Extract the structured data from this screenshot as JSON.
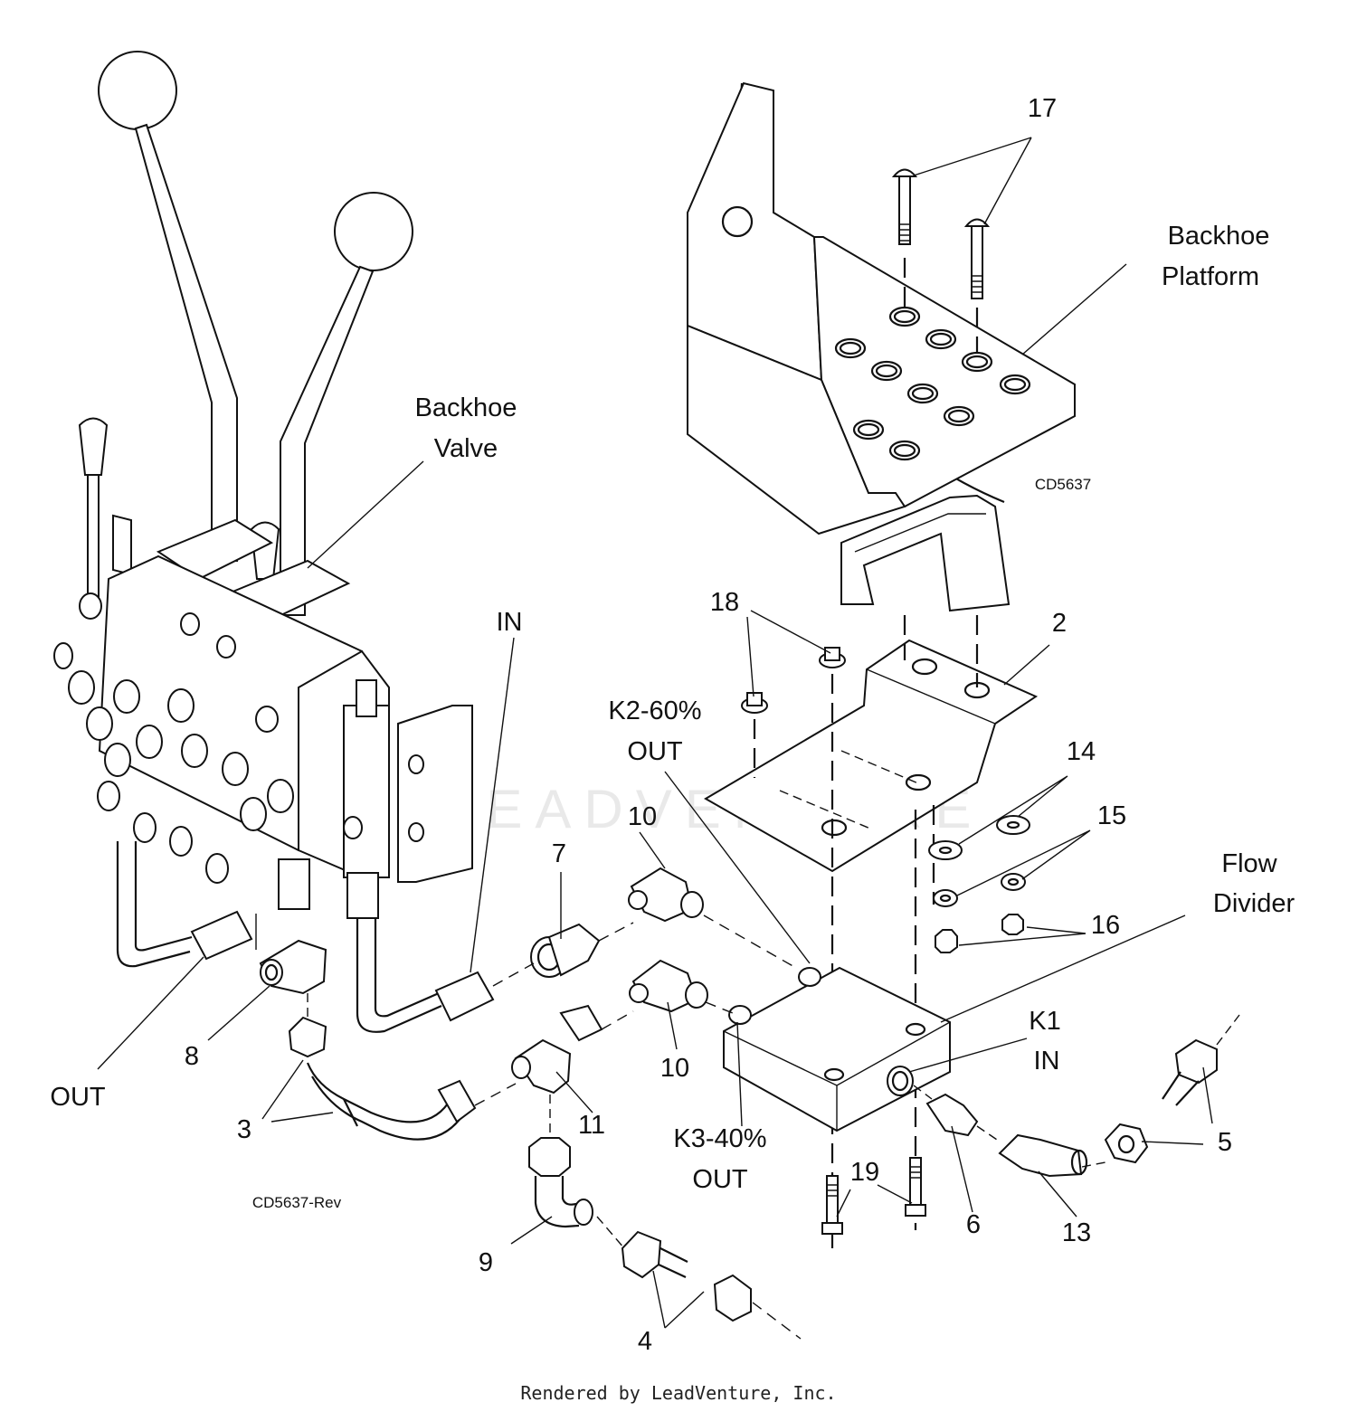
{
  "labels": {
    "backhoe_valve": [
      "Backhoe",
      "Valve"
    ],
    "backhoe_platform": [
      "Backhoe",
      "Platform"
    ],
    "flow_divider": [
      "Flow",
      "Divider"
    ],
    "k2_out": [
      "K2-60%",
      "OUT"
    ],
    "k3_out": [
      "K3-40%",
      "OUT"
    ],
    "k1_in": [
      "K1",
      "IN"
    ],
    "in": "IN",
    "out": "OUT"
  },
  "callouts": {
    "c2": "2",
    "c3": "3",
    "c4": "4",
    "c5": "5",
    "c6": "6",
    "c7": "7",
    "c8": "8",
    "c9": "9",
    "c10a": "10",
    "c10b": "10",
    "c11": "11",
    "c13": "13",
    "c14": "14",
    "c15": "15",
    "c16": "16",
    "c17": "17",
    "c18": "18",
    "c19": "19"
  },
  "figure_codes": {
    "top": "CD5637",
    "bottom": "CD5637-Rev"
  },
  "watermark": "LEADVENTURE",
  "footer": "Rendered by LeadVenture, Inc."
}
